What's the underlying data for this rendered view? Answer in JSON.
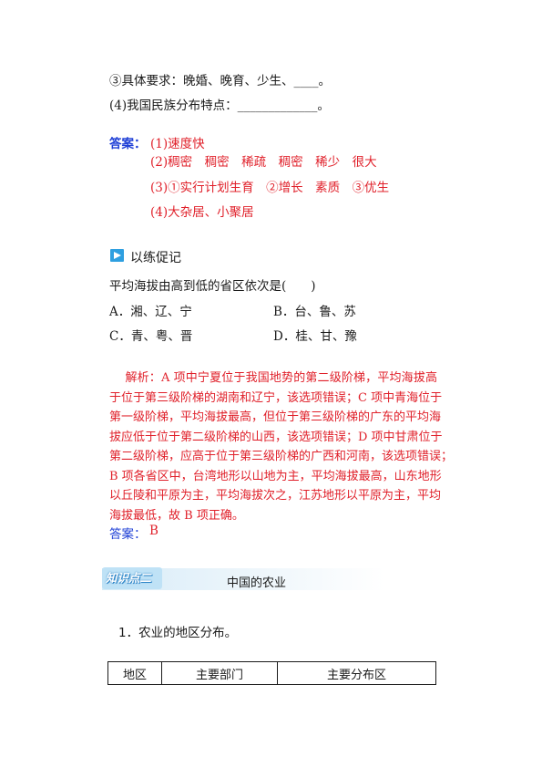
{
  "lines": {
    "req3": "③具体要求：晚婚、晚育、少生、____。",
    "req4": "(4)我国民族分布特点：_____________。"
  },
  "answer1": {
    "label": "答案：",
    "a1": "(1)速度快",
    "a2": "(2)稠密　稠密　稀疏　稠密　稀少　很大",
    "a3": "(3)①实行计划生育　②增长　素质　③优生",
    "a4": "(4)大杂居、小聚居"
  },
  "practice": {
    "header": "以练促记",
    "question": "平均海拔由高到低的省区依次是(　　)",
    "options": {
      "A": "A．湘、辽、宁",
      "B": "B．台、鲁、苏",
      "C": "C．青、粤、晋",
      "D": "D．桂、甘、豫"
    }
  },
  "analysis": {
    "label": "解析：",
    "lines": [
      "A 项中宁夏位于我国地势的第二级阶梯，平均海拔高",
      "于位于第三级阶梯的湖南和辽宁，该选项错误；C 项中青海位于",
      "第一级阶梯，平均海拔最高，但位于第三级阶梯的广东的平均海",
      "拔应低于位于第二级阶梯的山西，该选项错误；D 项中甘肃位于",
      "第二级阶梯，应高于位于第三级阶梯的广西和河南，该选项错误；",
      "B 项各省区中，台湾地形以山地为主，平均海拔最高，山东地形",
      "以丘陵和平原为主，平均海拔次之，江苏地形以平原为主，平均",
      "海拔最低，故 B 项正确。"
    ]
  },
  "answer2": {
    "label": "答案：",
    "value": "B"
  },
  "knowledge": {
    "badge": "知识点二",
    "title": "中国的农业"
  },
  "section1": "1．农业的地区分布。",
  "table": {
    "headers": [
      "地区",
      "主要部门",
      "主要分布区"
    ]
  },
  "colors": {
    "red": "#e0202a",
    "blue": "#1e3fd6",
    "accent": "#2e9fe0"
  }
}
